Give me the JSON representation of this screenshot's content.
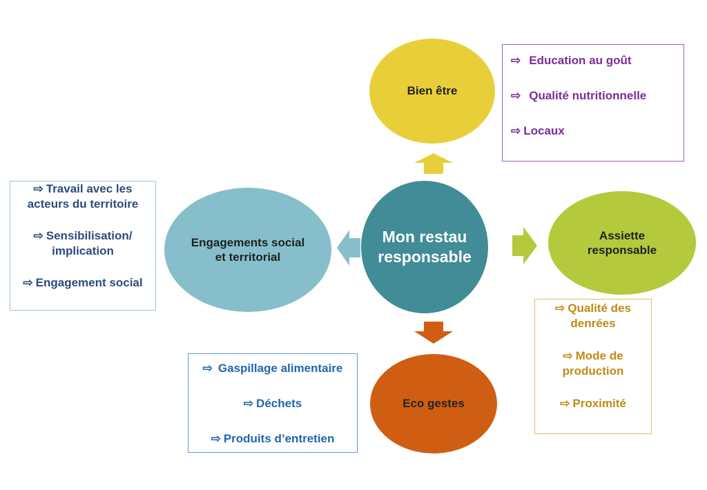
{
  "colors": {
    "center": "#418c97",
    "bien_etre": "#e8cf3a",
    "assiette": "#b4c93c",
    "eco": "#d05e12",
    "engagements": "#86bfcb",
    "purple_text": "#7c2c9a",
    "olive_text": "#c08a14",
    "blue_text": "#2066b0",
    "navy_text": "#2a4c7e"
  },
  "arrow_symbol": "⇨",
  "center": {
    "label": "Mon restau responsable"
  },
  "nodes": {
    "bien_etre": {
      "label": "Bien être"
    },
    "assiette": {
      "label": "Assiette responsable"
    },
    "eco": {
      "label": "Eco gestes"
    },
    "engagements": {
      "label": "Engagements social et territorial"
    }
  },
  "boxes": {
    "bien_etre": {
      "items": [
        "Education au goût",
        "Qualité nutritionnelle",
        "Locaux"
      ]
    },
    "assiette": {
      "items": [
        "Qualité des denrées",
        "Mode de production",
        "Proximité"
      ]
    },
    "eco": {
      "items": [
        "Gaspillage alimentaire",
        "Déchets",
        "Produits d’entretien"
      ]
    },
    "engagements": {
      "items": [
        "Travail avec les acteurs du territoire",
        "Sensibilisation/ implication",
        "Engagement social"
      ]
    }
  }
}
